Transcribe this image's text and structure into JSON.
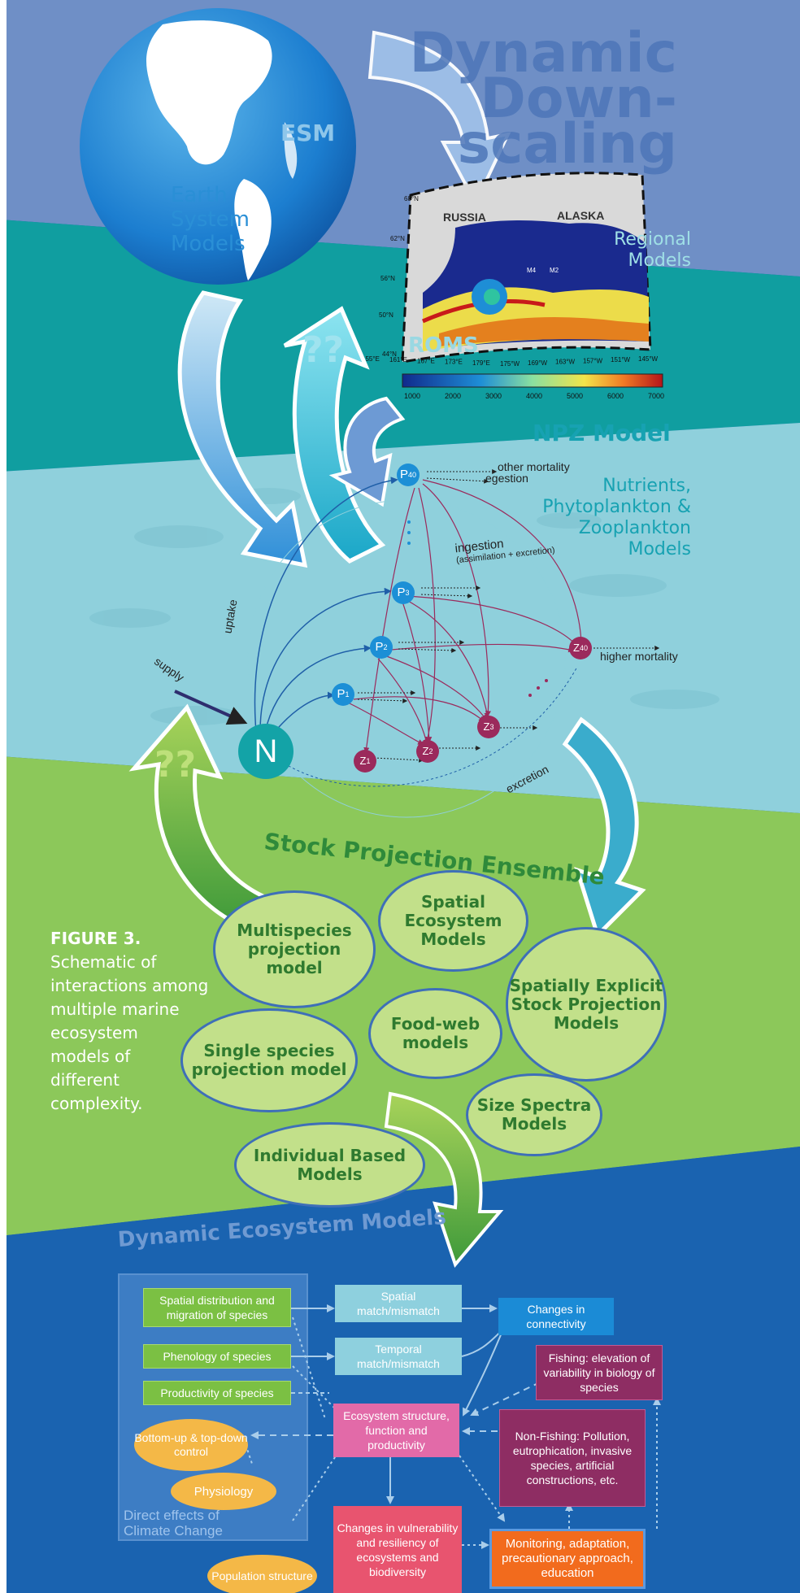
{
  "top": {
    "title_lines": [
      "Dynamic",
      "Down-",
      "scaling"
    ],
    "esm_label": "ESM",
    "earth_lines": [
      "Earth",
      "System",
      "Models"
    ],
    "regional_lines": [
      "Regional",
      "Models"
    ],
    "roms_label": "ROMS",
    "map": {
      "country_left": "RUSSIA",
      "country_right": "ALASKA",
      "lat_labels": [
        "68°N",
        "62°N",
        "56°N",
        "50°N",
        "44°N"
      ],
      "lon_labels": [
        "155°E",
        "161°E",
        "167°E",
        "173°E",
        "179°E",
        "175°W",
        "169°W",
        "163°W",
        "157°W",
        "151°W",
        "145°W"
      ],
      "stations": [
        "M4",
        "M2"
      ],
      "colorbar_ticks": [
        "1000",
        "2000",
        "3000",
        "4000",
        "5000",
        "6000",
        "7000"
      ]
    },
    "qq_left": "??"
  },
  "npz": {
    "title": "NPZ Model",
    "desc_lines": [
      "Nutrients,",
      "Phytoplankton &",
      "Zooplankton",
      "Models"
    ],
    "n_node": "N",
    "p_nodes": [
      {
        "base": "P",
        "sub": "40"
      },
      {
        "base": "P",
        "sub": "3"
      },
      {
        "base": "P",
        "sub": "2"
      },
      {
        "base": "P",
        "sub": "1"
      }
    ],
    "z_nodes": [
      {
        "base": "Z",
        "sub": "40"
      },
      {
        "base": "Z",
        "sub": "3"
      },
      {
        "base": "Z",
        "sub": "2"
      },
      {
        "base": "Z",
        "sub": "1"
      }
    ],
    "other_mortality": "other mortality",
    "egestion": "egestion",
    "ingestion": "ingestion",
    "ingestion_sub": "(assimilation + excretion)",
    "uptake": "uptake",
    "supply": "supply",
    "higher_mortality": "higher mortality",
    "excretion": "excretion",
    "qq": "??"
  },
  "stock": {
    "title": "Stock Projection Ensemble",
    "figure_label": "FIGURE 3.",
    "caption_lines": [
      "Schematic of",
      "interactions among",
      "multiple marine",
      "ecosystem",
      "models of",
      "different",
      "complexity."
    ],
    "ellipses": [
      {
        "lines": [
          "Multispecies",
          "projection",
          "model"
        ]
      },
      {
        "lines": [
          "Spatial",
          "Ecosystem",
          "Models"
        ]
      },
      {
        "lines": [
          "Spatially Explicit",
          "Stock Projection",
          "Models"
        ]
      },
      {
        "lines": [
          "Single species",
          "projection model"
        ]
      },
      {
        "lines": [
          "Food-web",
          "models"
        ]
      },
      {
        "lines": [
          "Size Spectra",
          "Models"
        ]
      },
      {
        "lines": [
          "Individual Based",
          "Models"
        ]
      }
    ]
  },
  "dem": {
    "title": "Dynamic Ecosystem Models",
    "direct_effects_lines": [
      "Direct effects of",
      "Climate Change"
    ],
    "spatial_distribution": "Spatial distribution and migration of species",
    "phenology": "Phenology of species",
    "productivity": "Productivity of species",
    "bottom_up": "Bottom-up & top-down control",
    "physiology": "Physiology",
    "population_structure": "Population structure",
    "spatial_match": "Spatial match/mismatch",
    "temporal_match": "Temporal match/mismatch",
    "connectivity": "Changes in connectivity",
    "fishing": "Fishing: elevation of variability in biology of species",
    "nonfishing": "Non-Fishing: Pollution, eutrophication, invasive species, artificial constructions, etc.",
    "ecosystem_structure": "Ecosystem structure, function and productivity",
    "vulnerability": "Changes in vulnerability and resiliency of ecosystems and biodiversity",
    "monitoring": "Monitoring, adaptation, precautionary approach, education"
  },
  "colors": {
    "band_top": "#6f8fc6",
    "band_teal": "#109ea0",
    "band_lightteal": "#8fd0dc",
    "band_green": "#8cc85a",
    "band_blue": "#1a63b0",
    "p_node": "#1c8fd6",
    "z_node": "#9b2a5c",
    "n_node": "#13a3a7"
  }
}
